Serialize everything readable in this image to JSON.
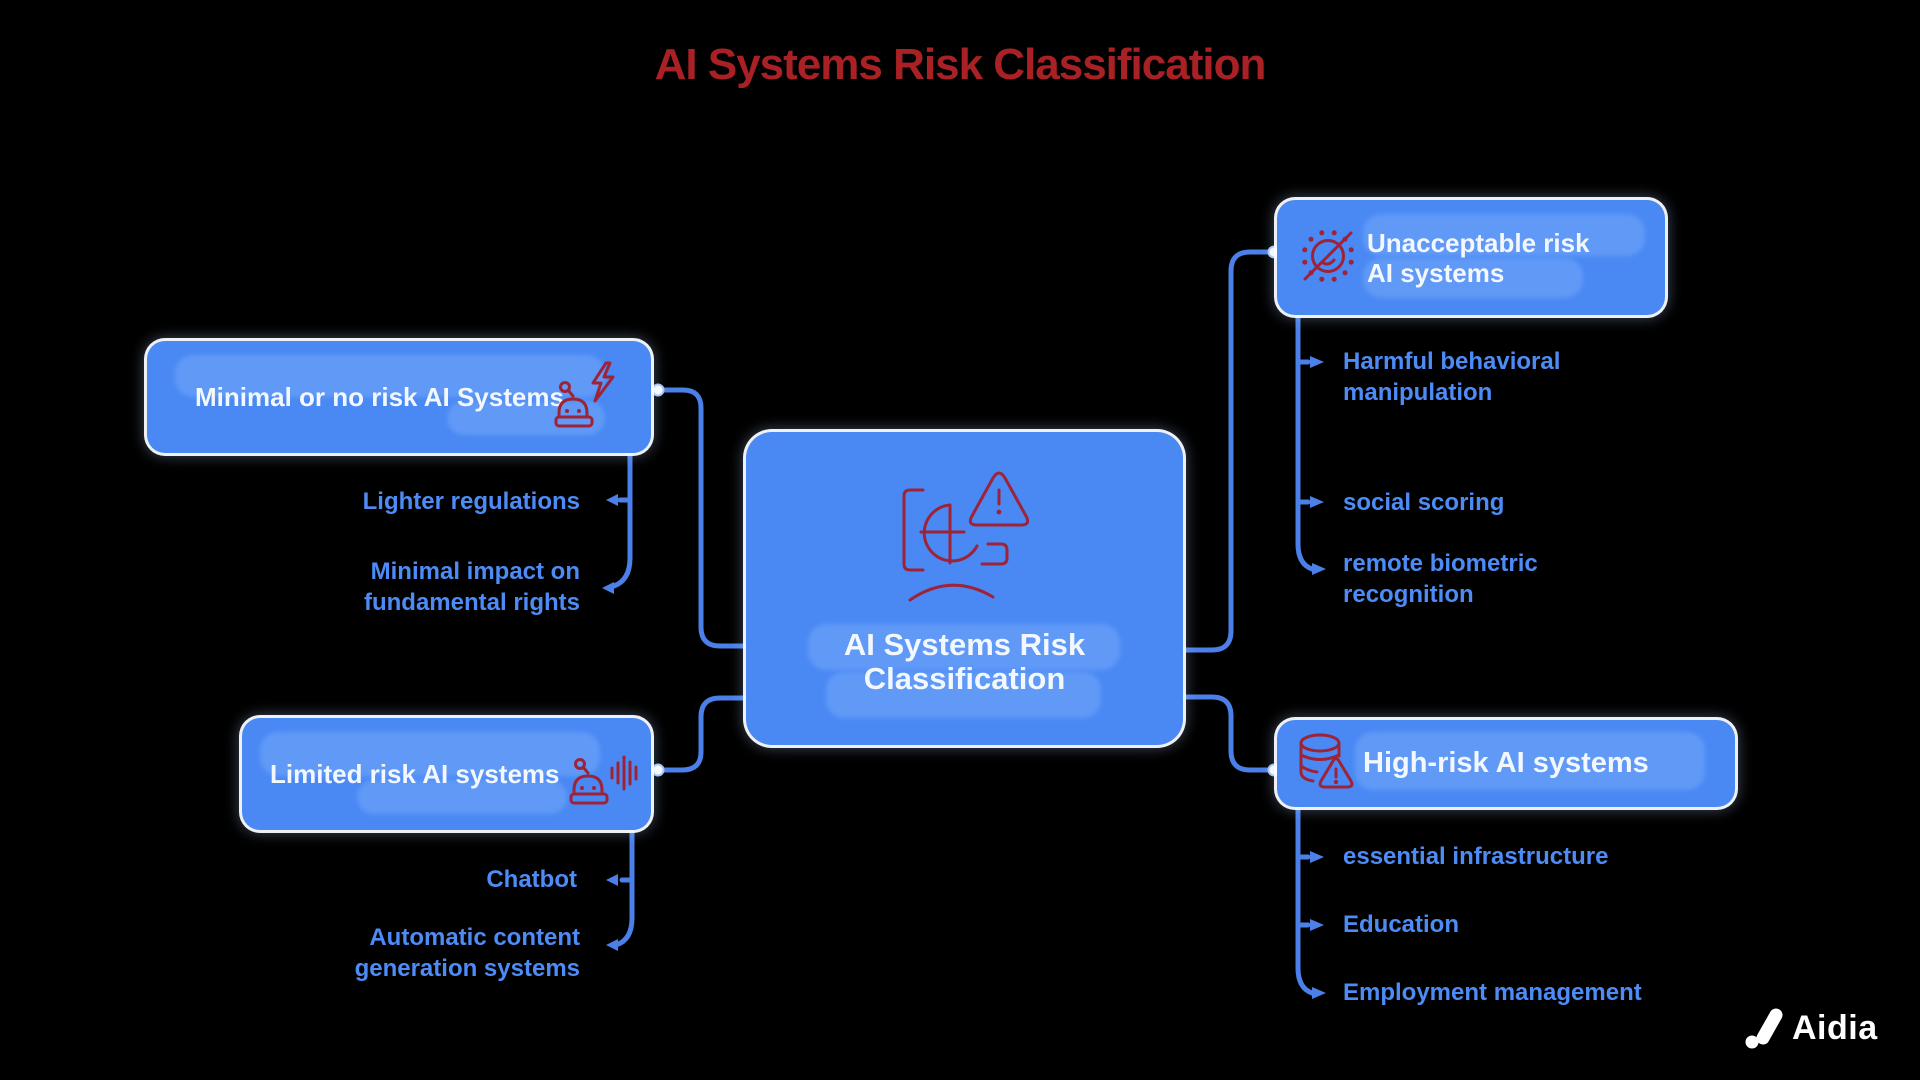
{
  "title": "AI Systems Risk Classification",
  "colors": {
    "background": "#000000",
    "node_fill": "#4a89f4",
    "connector_blue": "#4b80e8",
    "item_text_blue": "#4d8cf6",
    "node_text": "#f3f7fe",
    "title_red": "#a92125",
    "icon_red": "#9e2337"
  },
  "center_node": {
    "label": "AI Systems Risk\nClassification"
  },
  "branches": {
    "minimal": {
      "label": "Minimal or no risk AI Systems",
      "icon": "robot-lightning-icon",
      "items": [
        "Lighter regulations",
        "Minimal impact on\nfundamental rights"
      ]
    },
    "limited": {
      "label": "Limited risk AI systems",
      "icon": "robot-voice-icon",
      "items": [
        "Chatbot",
        "Automatic content\ngeneration systems"
      ]
    },
    "unacceptable": {
      "label": "Unacceptable risk\nAI systems",
      "icon": "surveillance-prohibited-icon",
      "items": [
        "Harmful behavioral\nmanipulation",
        "social scoring",
        "remote biometric\nrecognition"
      ]
    },
    "high_risk": {
      "label": "High-risk AI systems",
      "icon": "database-warning-icon",
      "items": [
        "essential infrastructure",
        "Education",
        "Employment management"
      ]
    }
  },
  "logo": {
    "text": "Aidia"
  }
}
